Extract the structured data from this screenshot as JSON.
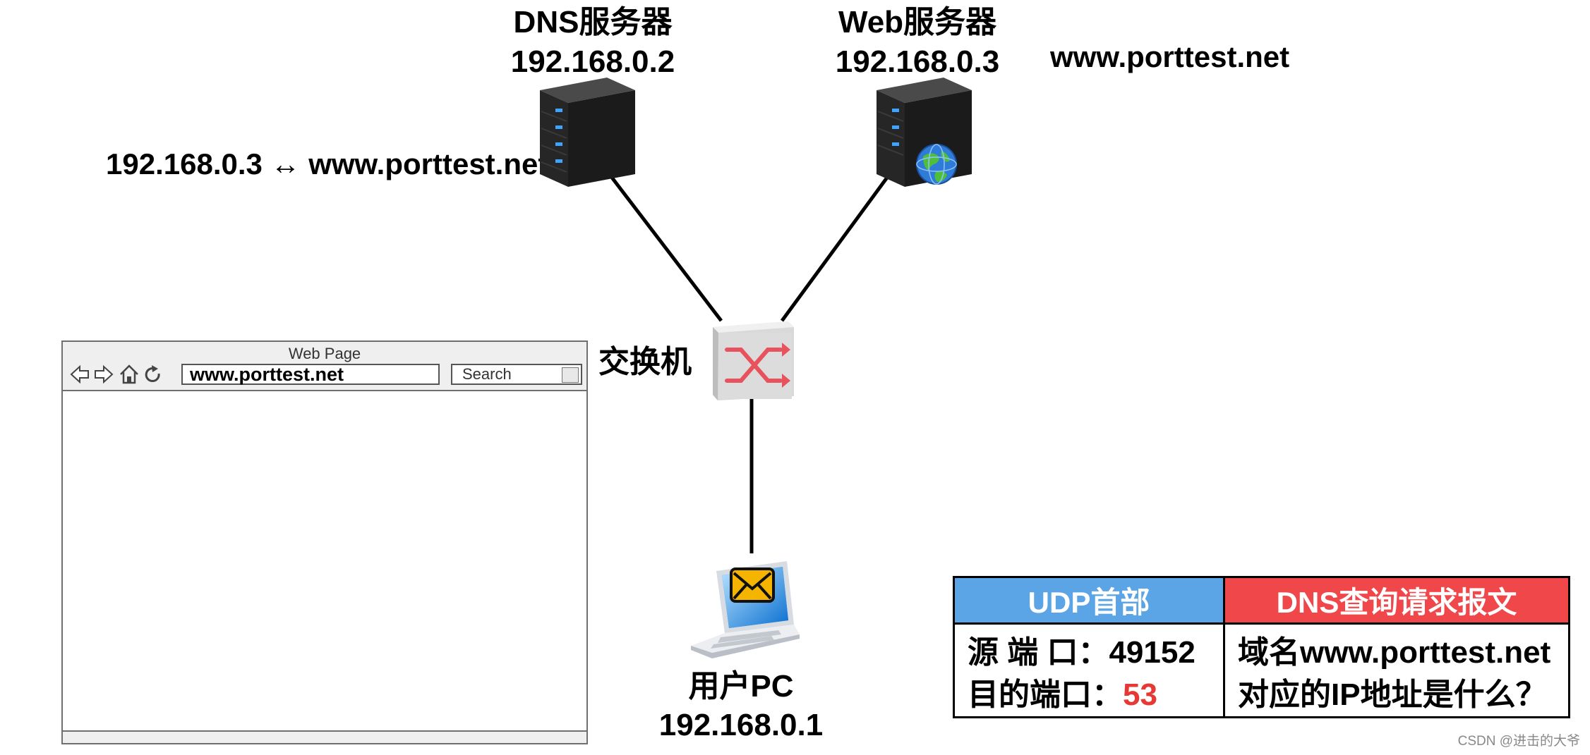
{
  "dns_server": {
    "title": "DNS服务器",
    "ip": "192.168.0.2",
    "mapping": "192.168.0.3 ↔ www.porttest.net"
  },
  "web_server": {
    "title": "Web服务器",
    "ip": "192.168.0.3",
    "domain": "www.porttest.net"
  },
  "switch": {
    "label": "交换机"
  },
  "user_pc": {
    "title": "用户PC",
    "ip": "192.168.0.1"
  },
  "browser": {
    "title": "Web Page",
    "url": "www.porttest.net",
    "search_label": "Search"
  },
  "message": {
    "udp_header": {
      "title": "UDP首部",
      "src_port_label": "源 端 口：",
      "src_port": "49152",
      "dst_port_label": "目的端口：",
      "dst_port": "53"
    },
    "dns_query": {
      "title": "DNS查询请求报文",
      "line1": "域名www.porttest.net",
      "line2": "对应的IP地址是什么？"
    }
  },
  "colors": {
    "udp_header_bg": "#5ba4e5",
    "dns_header_bg": "#f0484a",
    "port_highlight": "#e53935"
  },
  "watermark": "CSDN @进击的大爷"
}
